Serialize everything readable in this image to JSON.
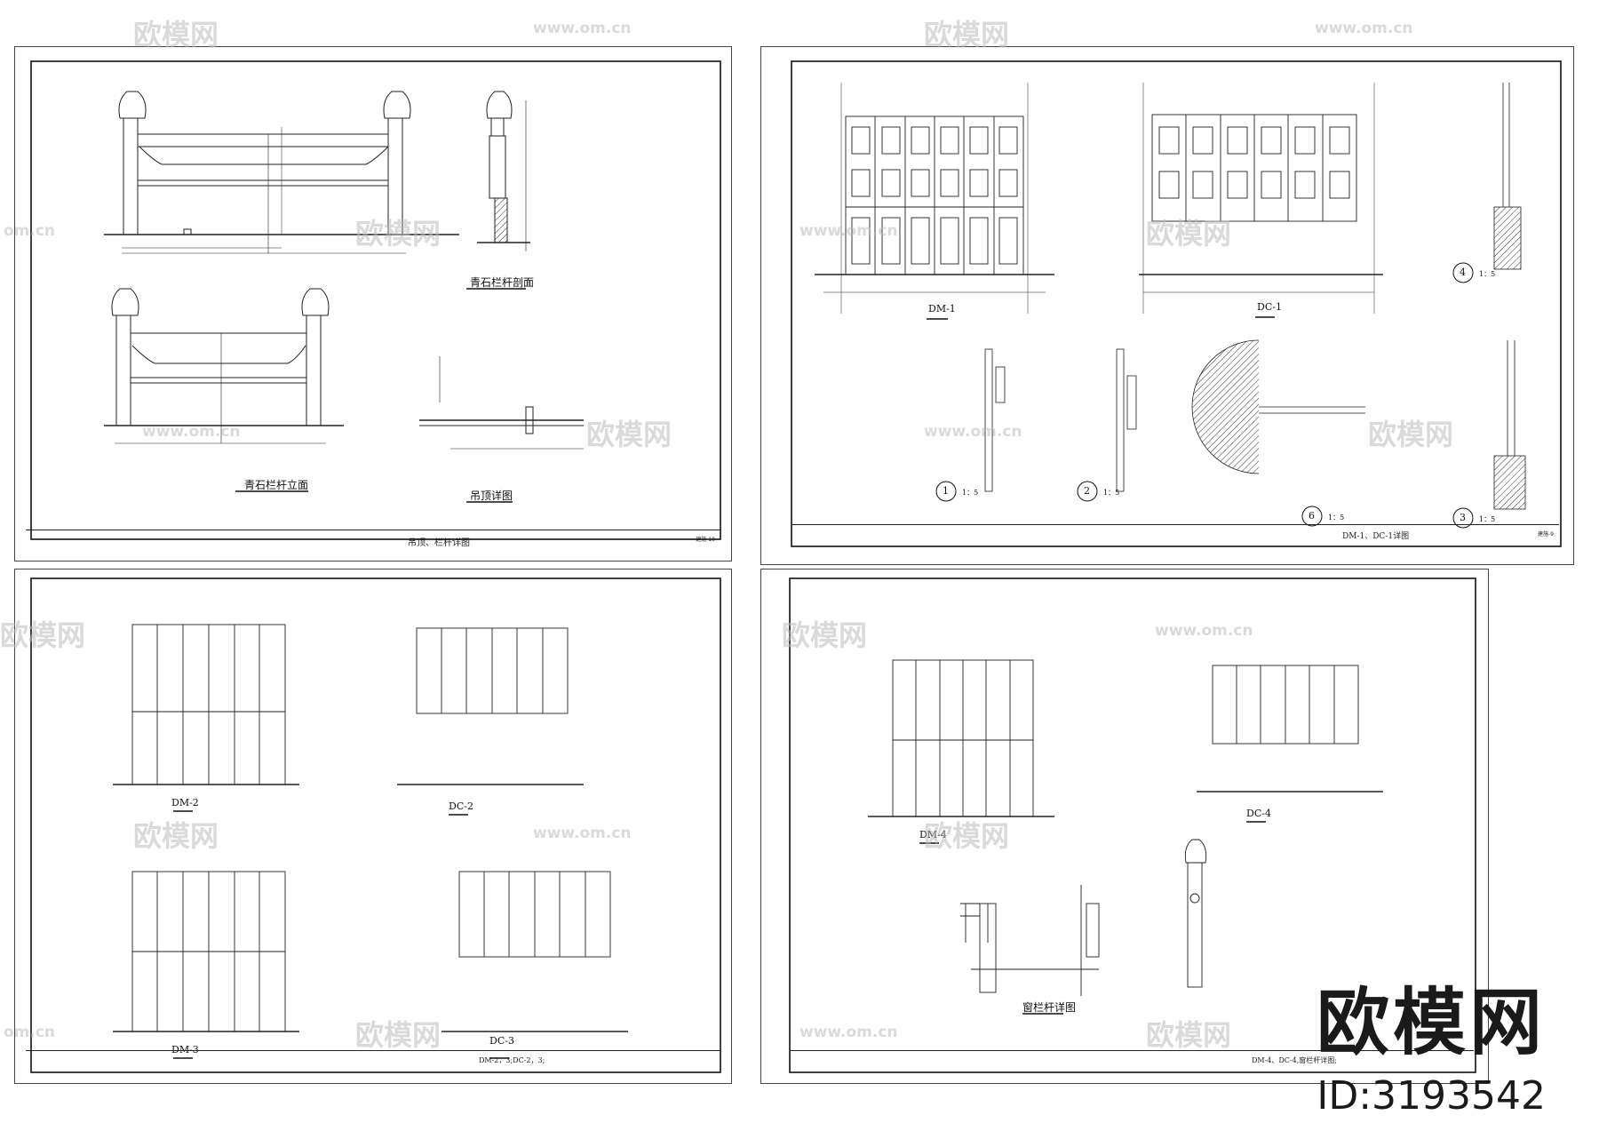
{
  "sheets": {
    "s1": {
      "view1_title": "青石栏杆立面",
      "view2_title": "青石栏杆剖面",
      "view3_title": "吊顶详图",
      "sheet_title": "吊顶、栏杆详图",
      "sheet_no": "建施-10"
    },
    "s2": {
      "dm1_label": "DM-1",
      "dc1_label": "DC-1",
      "detail1": "1",
      "detail2": "2",
      "detail3": "3",
      "detail4": "4",
      "detail6": "6",
      "detail_scale": "1：5",
      "sheet_title": "DM-1、DC-1详图",
      "sheet_no": "建施-9"
    },
    "s3": {
      "dm2_label": "DM-2",
      "dc2_label": "DC-2",
      "dm3_label": "DM-3",
      "dc3_label": "DC-3",
      "sheet_title": "DM-2，3;DC-2，3;"
    },
    "s4": {
      "dm4_label": "DM-4",
      "dc4_label": "DC-4",
      "rail_title": "窗栏杆详图",
      "sheet_title": "DM-4、DC-4,窗栏杆详图;"
    }
  },
  "watermarks": {
    "brand_cn": "欧模网",
    "url": "www.om.cn",
    "url_partial": "om.cn"
  },
  "brand": {
    "name": "欧模网",
    "id_text": "ID:3193542"
  }
}
